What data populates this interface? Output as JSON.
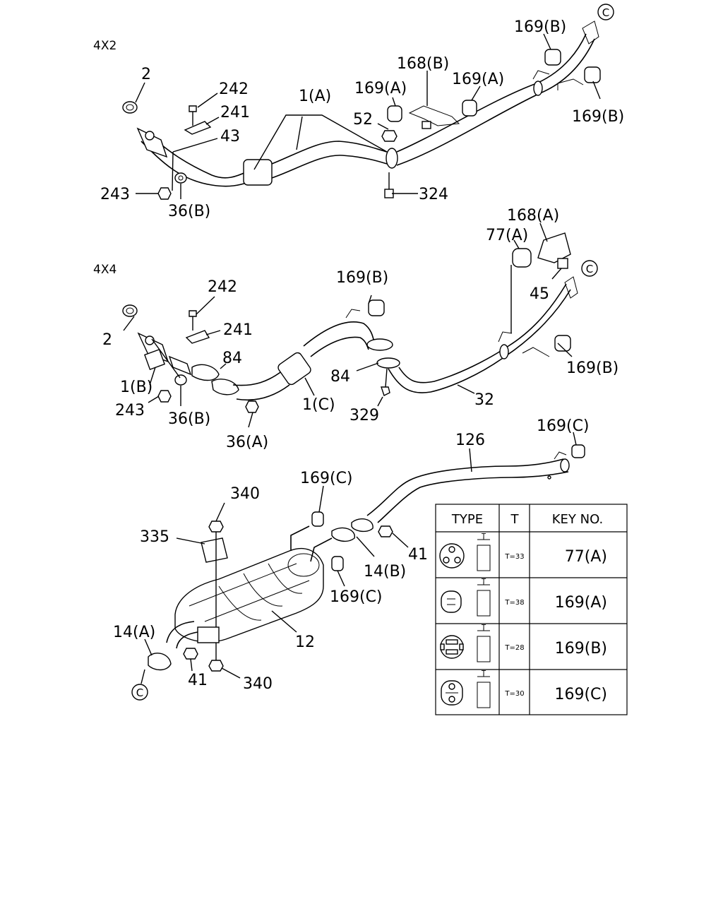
{
  "sections": {
    "s4x2": "4X2",
    "s4x4": "4X4"
  },
  "callouts": {
    "c_circle": "C",
    "p2": "2",
    "p242": "242",
    "p241": "241",
    "p43": "43",
    "p1A": "1(A)",
    "p169A_1": "169(A)",
    "p52": "52",
    "p168B": "168(B)",
    "p169A_2": "169(A)",
    "p169B_1": "169(B)",
    "p169B_2": "169(B)",
    "p243": "243",
    "p36B": "36(B)",
    "p324": "324",
    "q168A": "168(A)",
    "q77A": "77(A)",
    "q45": "45",
    "q169B_1": "169(B)",
    "q169B_2": "169(B)",
    "q242": "242",
    "q241": "241",
    "q2": "2",
    "q84_1": "84",
    "q84_2": "84",
    "q1B": "1(B)",
    "q243": "243",
    "q36B": "36(B)",
    "q1C": "1(C)",
    "q329": "329",
    "q32": "32",
    "q36A": "36(A)",
    "r126": "126",
    "r169C_1": "169(C)",
    "r169C_2": "169(C)",
    "r169C_3": "169(C)",
    "r340_1": "340",
    "r335": "335",
    "r41_1": "41",
    "r14B": "14(B)",
    "r14A": "14(A)",
    "r12": "12",
    "r41_2": "41",
    "r340_2": "340"
  },
  "table": {
    "headers": {
      "type": "TYPE",
      "t": "T",
      "key": "KEY NO."
    },
    "t_mark": "T",
    "rows": [
      {
        "t": "T=33",
        "key": "77(A)"
      },
      {
        "t": "T=38",
        "key": "169(A)"
      },
      {
        "t": "T=28",
        "key": "169(B)"
      },
      {
        "t": "T=30",
        "key": "169(C)"
      }
    ]
  }
}
